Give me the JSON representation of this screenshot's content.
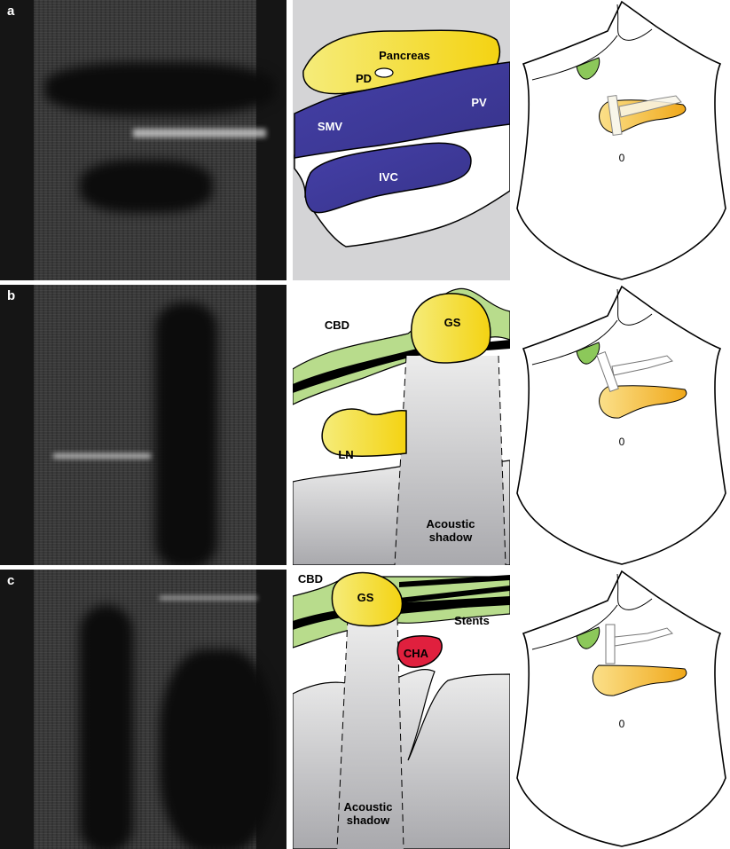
{
  "panels": [
    {
      "label": "a",
      "structures": {
        "pancreas": "Pancreas",
        "pd": "PD",
        "pv": "PV",
        "smv": "SMV",
        "ivc": "IVC"
      },
      "position": "0"
    },
    {
      "label": "b",
      "structures": {
        "cbd": "CBD",
        "gs": "GS",
        "ln": "LN",
        "shadow_line1": "Acoustic",
        "shadow_line2": "shadow"
      },
      "position": "0"
    },
    {
      "label": "c",
      "structures": {
        "cbd": "CBD",
        "gs": "GS",
        "stents": "Stents",
        "cha": "CHA",
        "shadow_line1": "Acoustic",
        "shadow_line2": "shadow"
      },
      "position": "0"
    }
  ],
  "colors": {
    "pancreas": "#f3de2a",
    "vessel": "#3b36a0",
    "cbd": "#b8dc8c",
    "gs": "#f2dc22",
    "cha": "#e0203e",
    "background": "#d4d4d6"
  }
}
